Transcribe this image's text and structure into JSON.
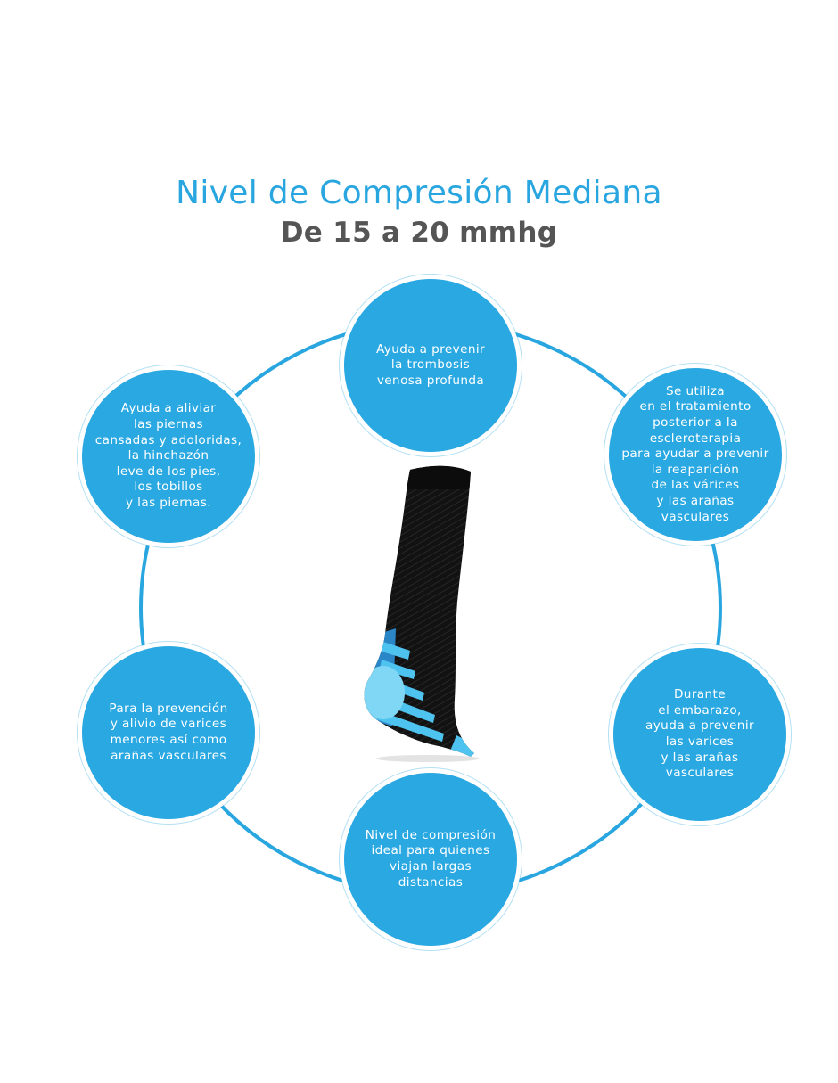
{
  "header": {
    "title": "Nivel de Compresión Mediana",
    "subtitle": "De 15 a 20 mmhg"
  },
  "colors": {
    "accent": "#29a6e0",
    "bubble": "#2aa8e2",
    "subtitle": "#555555",
    "sock_black": "#111111",
    "sock_blue": "#4fc3ef"
  },
  "benefits": [
    {
      "id": "top",
      "text": "Ayuda a prevenir\nla trombosis\nvenosa profunda"
    },
    {
      "id": "upper-left",
      "text": "Ayuda a aliviar\nlas piernas\ncansadas y adoloridas,\nla hinchazón\nleve de los pies,\nlos tobillos\ny las piernas."
    },
    {
      "id": "upper-right",
      "text": "Se utiliza\nen el tratamiento\nposterior a la\nescleroterapia\npara ayudar a prevenir\nla reaparición\nde las várices\ny las arañas\nvasculares"
    },
    {
      "id": "lower-left",
      "text": "Para la prevención\ny alivio de varices\nmenores así como\narañas vasculares"
    },
    {
      "id": "lower-right",
      "text": "Durante\nel embarazo,\nayuda a prevenir\nlas varices\ny las arañas\nvasculares"
    },
    {
      "id": "bottom",
      "text": "Nivel de compresión\nideal para quienes\nviajan largas\ndistancias"
    }
  ]
}
